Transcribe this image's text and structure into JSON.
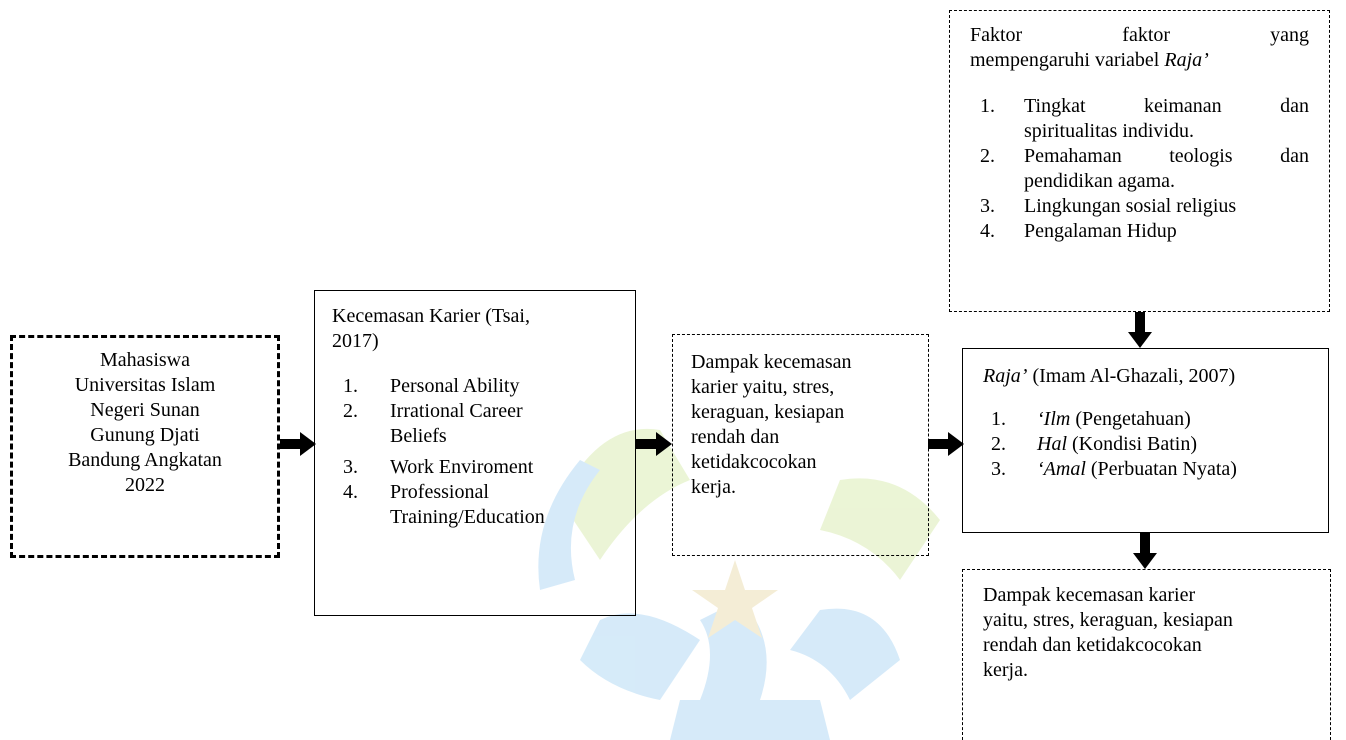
{
  "box_mahasiswa": {
    "lines": [
      "Mahasiswa",
      "Universitas Islam",
      "Negeri Sunan",
      "Gunung Djati",
      "Bandung Angkatan",
      "2022"
    ]
  },
  "box_kecemasan": {
    "title_line1": "Kecemasan Karier (Tsai,",
    "title_line2": "2017)",
    "items": [
      {
        "num": "1.",
        "lines": [
          "Personal Ability"
        ]
      },
      {
        "num": "2.",
        "lines": [
          "Irrational Career",
          "Beliefs"
        ]
      },
      {
        "num": "3.",
        "lines": [
          "Work Enviroment"
        ]
      },
      {
        "num": "4.",
        "lines": [
          "Professional",
          "Training/Education"
        ]
      }
    ]
  },
  "box_dampak_middle": {
    "lines": [
      "Dampak kecemasan",
      "karier yaitu, stres,",
      "keraguan, kesiapan",
      "rendah dan",
      "ketidakcocokan",
      "kerja."
    ]
  },
  "box_faktor": {
    "line1_words": [
      "Faktor",
      "faktor",
      "yang"
    ],
    "line2_prefix": "mempengaruhi variabel ",
    "line2_italic": "Raja’",
    "items": [
      {
        "num": "1.",
        "line1_words": [
          "Tingkat",
          "keimanan",
          "dan"
        ],
        "line2": "spiritualitas individu."
      },
      {
        "num": "2.",
        "line1_words": [
          "Pemahaman",
          "teologis",
          "dan"
        ],
        "line2": "pendidikan agama."
      },
      {
        "num": "3.",
        "line1_words": [
          "Lingkungan sosial religius"
        ],
        "line2": ""
      },
      {
        "num": "4.",
        "line1_words": [
          "Pengalaman Hidup"
        ],
        "line2": ""
      }
    ]
  },
  "box_raja": {
    "title_italic": "Raja’",
    "title_rest": " (Imam Al-Ghazali, 2007)",
    "items": [
      {
        "num": "1.",
        "italic": "‘Ilm",
        "rest": " (Pengetahuan)"
      },
      {
        "num": "2.",
        "italic": "Hal",
        "rest": " (Kondisi Batin)"
      },
      {
        "num": "3.",
        "italic": "‘Amal",
        "rest": " (Perbuatan Nyata)"
      }
    ]
  },
  "box_dampak_bottom": {
    "lines": [
      "Dampak kecemasan karier",
      "yaitu, stres, keraguan, kesiapan",
      "rendah dan ketidakcocokan",
      "kerja."
    ]
  },
  "colors": {
    "watermark_blue": "#cfe7f8",
    "watermark_green": "#e8f3cf",
    "watermark_gold": "#f3ead0"
  }
}
